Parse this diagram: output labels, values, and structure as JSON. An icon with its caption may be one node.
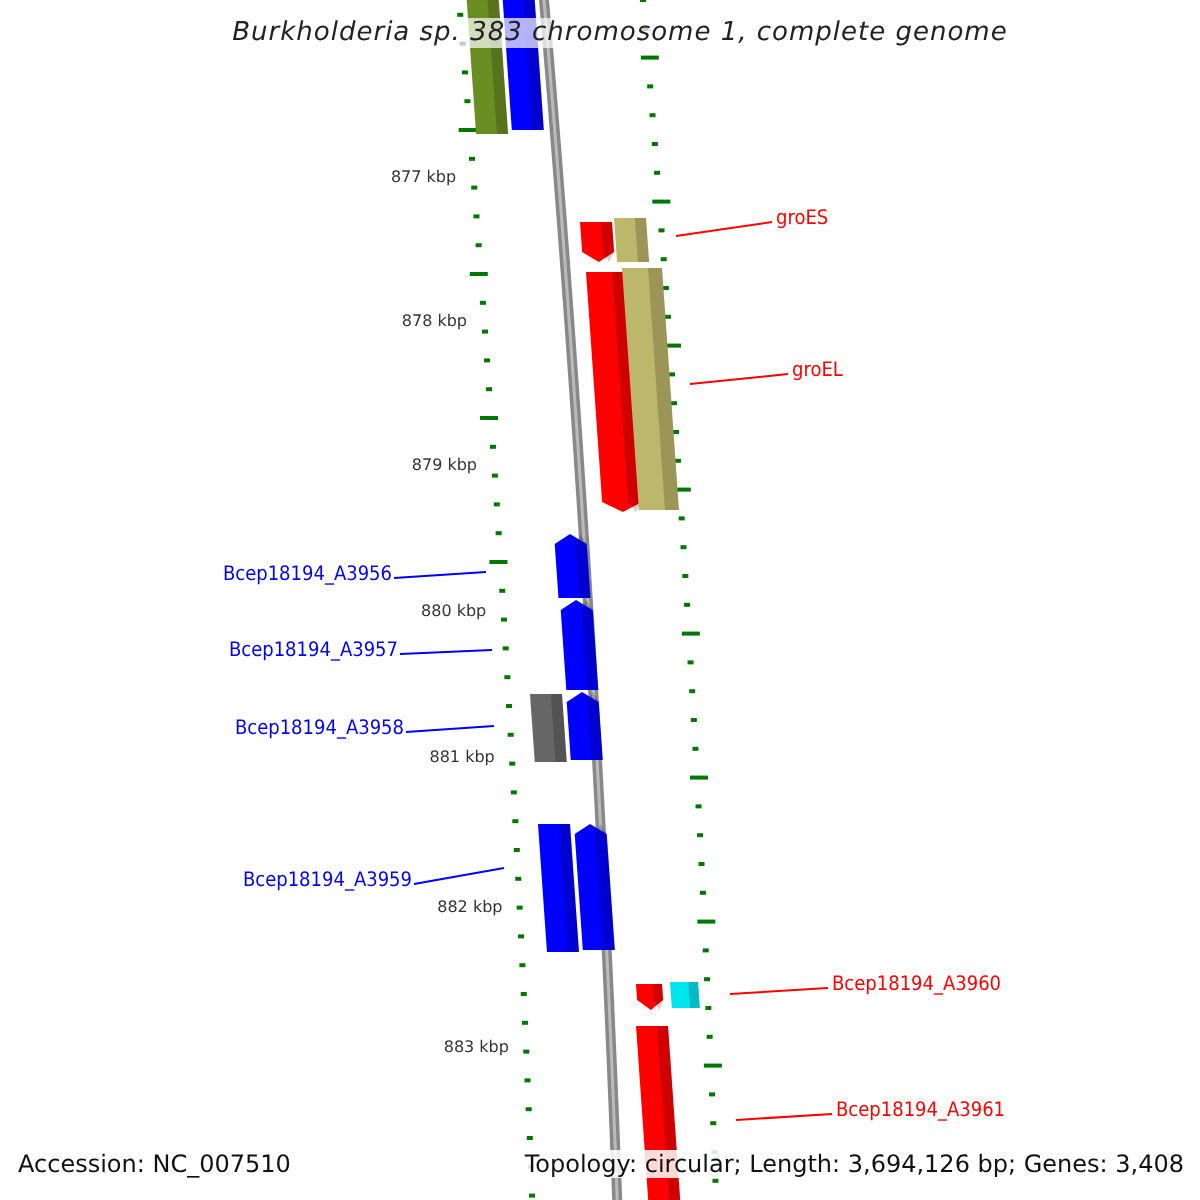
{
  "diagram": {
    "title": "Burkholderia sp. 383 chromosome 1, complete genome",
    "nodes": [
      {
        "text": [
          "groES"
        ]
      },
      {
        "text": [
          "groEL"
        ]
      },
      {
        "text": [
          "Bcep18194_A3956"
        ]
      },
      {
        "text": [
          "Bcep18194_A3957"
        ]
      },
      {
        "text": [
          "Bcep18194_A3958"
        ]
      },
      {
        "text": [
          "Bcep18194_A3959"
        ]
      },
      {
        "text": [
          "Bcep18194_A3960"
        ]
      },
      {
        "text": [
          "Bcep18194_A3961"
        ]
      }
    ],
    "edges": [
      {
        "from": 0,
        "to": null,
        "arrow": "none",
        "color": "#ff0000"
      },
      {
        "from": 1,
        "to": null,
        "arrow": "none",
        "color": "#ff0000"
      },
      {
        "from": 2,
        "to": null,
        "arrow": "none",
        "color": "#0000ff"
      },
      {
        "from": 3,
        "to": null,
        "arrow": "none",
        "color": "#0000ff"
      },
      {
        "from": 4,
        "to": null,
        "arrow": "none",
        "color": "#0000ff"
      },
      {
        "from": 5,
        "to": null,
        "arrow": "none",
        "color": "#0000ff"
      },
      {
        "from": 6,
        "to": null,
        "arrow": "none",
        "color": "#ff0000"
      },
      {
        "from": 7,
        "to": null,
        "arrow": "none",
        "color": "#ff0000"
      }
    ],
    "labels": [
      "877 kbp",
      "878 kbp",
      "879 kbp",
      "880 kbp",
      "881 kbp",
      "882 kbp",
      "883 kbp",
      "Accession: NC_007510",
      "Topology: circular; Length: 3,694,126 bp; Genes: 3,408"
    ]
  }
}
